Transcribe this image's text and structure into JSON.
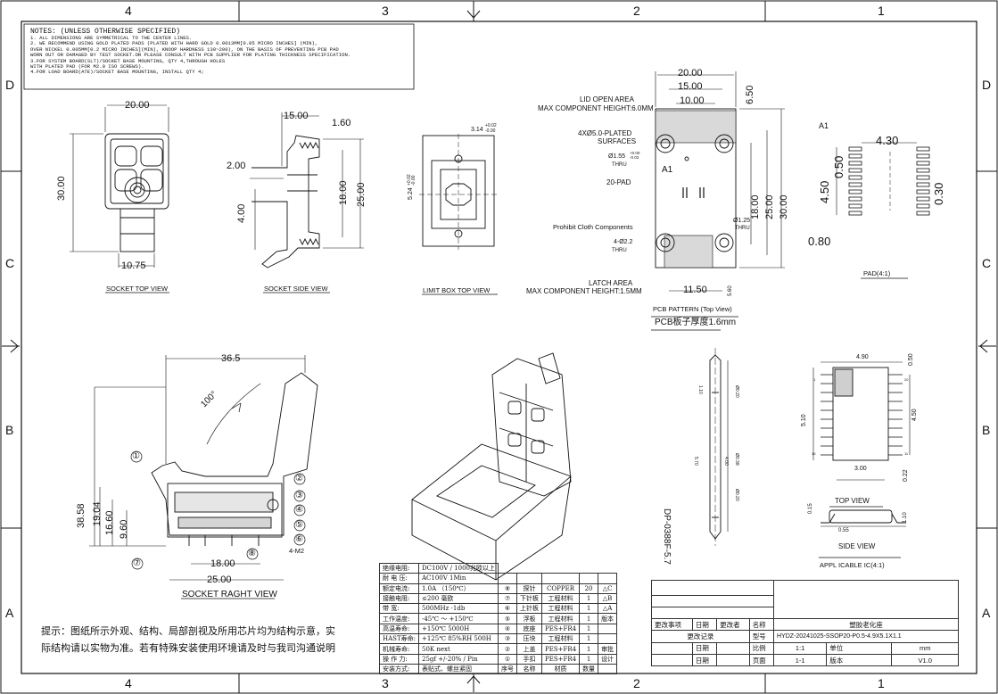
{
  "zones": {
    "columns_top": [
      "4",
      "3",
      "2",
      "1"
    ],
    "columns_bottom": [
      "4",
      "3",
      "2",
      "1"
    ],
    "rows_left": [
      "D",
      "C",
      "B",
      "A"
    ],
    "rows_right": [
      "D",
      "C",
      "B",
      "A"
    ]
  },
  "notes": {
    "heading": "NOTES: (UNLESS OTHERWISE SPECIFIED)",
    "lines": [
      "1. ALL DIMENSIONS ARE SYMMETRICAL TO THE CENTER LINES.",
      "2. WE RECOMMEND USING GOLD PLATED PADS (PLATED WITH HARD GOLD 0.0013MM[0.05 MICRO INCHES] (MIN),",
      "OVER NICKEL 0.005MM[0.2 MICRO INCHES](MIN), KNOOP HARDNESS 130~200), ON THE BASIS OF PREVENTING PCB PAD",
      "WORN OUT OR DAMAGED BY TEST SOCKET.OR PLEASE CONSULT WITH PCB SUPPLIER FOR PLATING THICKNESS SPECIFICATION.",
      "3.FOR SYSTEM BOARD(SLT)/SOCKET BASE MOUNTING, QTY 4,THROUGH HOLES",
      "WITH PLATED PAD (FOR M2.0 ISO SCREWS).",
      "4.FOR LOAD BOARD(ATE)/SOCKET BASE MOUNTING, INSTALL QTY 4;"
    ]
  },
  "views": {
    "top": {
      "label": "SOCKET TOP VIEW",
      "dims": [
        "20.00",
        "30.00",
        "10.75"
      ]
    },
    "side": {
      "label": "SOCKET SIDE VIEW",
      "dims": [
        "15.00",
        "1.60",
        "2.00",
        "4.00",
        "18.00",
        "25.00"
      ]
    },
    "limit": {
      "label": "LIMIT BOX  TOP VIEW",
      "dims": [
        "3.14",
        "+0.02",
        "-0.00",
        "5.24",
        "+0.02",
        "-0.00"
      ]
    },
    "pcb": {
      "label": "PCB PATTERN (Top View)",
      "thickness": "PCB板子厚度1.6mm",
      "dims": [
        "20.00",
        "15.00",
        "10.00",
        "6.50",
        "18.00",
        "25.00",
        "30.00",
        "11.50",
        "5.60"
      ],
      "annotations": [
        "LID OPEN AREA",
        "MAX COMPONENT HEIGHT:6.0MM",
        "4XØ5.0-PLATED",
        "SURFACES",
        "Ø1.55",
        "+0.00",
        "-0.02",
        "THRU",
        "A1",
        "20-PAD",
        "Prohibit Cloth Components",
        "4-Ø2.2",
        "THRU",
        "Ø1.25",
        "THRU",
        "LATCH AREA",
        "MAX COMPONENT HEIGHT:1.5MM"
      ]
    },
    "pad": {
      "label": "PAD(4:1)",
      "a1": "A1",
      "dims": [
        "4.30",
        "4.50",
        "0.50",
        "0.30",
        "0.80"
      ]
    },
    "right": {
      "label": "SOCKET RAGHT VIEW",
      "dims": [
        "36.5",
        "100°",
        "38.58",
        "19.04",
        "16.60",
        "9.60",
        "18.00",
        "25.00",
        "4-M2"
      ],
      "callouts": [
        "①",
        "②",
        "③",
        "④",
        "⑤",
        "⑥",
        "⑦",
        "⑧"
      ]
    },
    "pin": {
      "label": "DP-0388F-5.7",
      "dims": [
        "1.10",
        "Ø0.20",
        "4.00",
        "5.70",
        "Ø0.38",
        "Ø0.20"
      ]
    },
    "ic_top": {
      "label": "TOP VIEW",
      "dims": [
        "4.90",
        "0.50",
        "5.10",
        "4.50",
        "3.00",
        "0.22",
        "1",
        "10",
        "11",
        "20"
      ]
    },
    "ic_side": {
      "label": "SIDE VIEW",
      "dims": [
        "0.15",
        "0.55",
        "1.10"
      ]
    },
    "ic": {
      "label": "APPL ICABLE IC(4:1)"
    }
  },
  "hint": "提示：图纸所示外观、结构、局部剖视及所用芯片均为结构示意，实际结构请以实物为准。若有特殊安装使用环境请及时与我司沟通说明",
  "bom": {
    "specs": [
      [
        "绝缘电阻:",
        "DC100V / 1000兆欧以上"
      ],
      [
        "耐 电 压:",
        "AC100V 1Min"
      ],
      [
        "额定电流:",
        "1.0A （150℃）"
      ],
      [
        "接触电阻:",
        "≤200 毫欧"
      ],
      [
        "带    宽:",
        "500MHz  -1db"
      ],
      [
        "工作温度:",
        "-45℃ ～ +150℃"
      ],
      [
        "高温寿命:",
        "+150℃  5000H"
      ],
      [
        "HAST寿命:",
        "+125℃  85%RH 500H"
      ],
      [
        "机械寿命:",
        "50K next"
      ],
      [
        "操 作 力:",
        "25gf +/-20% / Pin"
      ],
      [
        "安装方式:",
        "表贴式、螺丝紧固"
      ]
    ],
    "items": [
      [
        "",
        "",
        "",
        "",
        ""
      ],
      [
        "⑧",
        "探针",
        "COPPER",
        "20",
        "△C"
      ],
      [
        "⑦",
        "下针板",
        "工程材料",
        "1",
        "△B"
      ],
      [
        "⑥",
        "上针板",
        "工程材料",
        "1",
        "△A"
      ],
      [
        "⑤",
        "浮板",
        "工程材料",
        "1",
        "版本"
      ],
      [
        "④",
        "底座",
        "PES+FR4",
        "1",
        ""
      ],
      [
        "③",
        "压块",
        "工程材料",
        "1",
        ""
      ],
      [
        "②",
        "上盖",
        "PES+FR4",
        "1",
        "审批"
      ],
      [
        "①",
        "手扣",
        "PES+FR4",
        "1",
        "设计"
      ],
      [
        "序号",
        "名称",
        "材质",
        "数量",
        ""
      ]
    ]
  },
  "titleblock": {
    "rev_headers": [
      "更改事项",
      "日期",
      "更改者"
    ],
    "change_record": "更改记录",
    "date": "日期",
    "name_label": "名称",
    "name": "塑胶老化座",
    "model_label": "型号",
    "model": "HYDZ-20241025-SSOP20-P0.5-4.9X5.1X1.1",
    "scale_label": "比例",
    "scale": "1:1",
    "unit_label": "单位",
    "unit": "mm",
    "page_label": "页面",
    "page": "1-1",
    "version_label": "版本",
    "version": "V1.0"
  }
}
